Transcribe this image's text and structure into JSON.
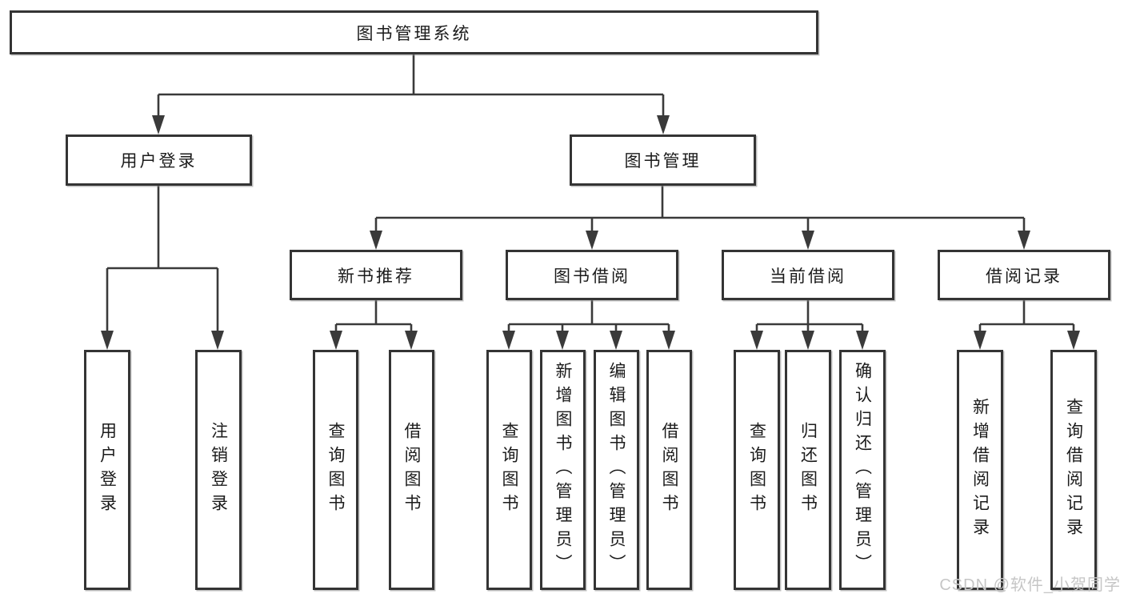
{
  "diagram_title": "图书管理系统",
  "tree": {
    "label": "图书管理系统",
    "children": [
      {
        "label": "用户登录",
        "children": [
          {
            "label": "用户登录"
          },
          {
            "label": "注销登录"
          }
        ]
      },
      {
        "label": "图书管理",
        "children": [
          {
            "label": "新书推荐",
            "children": [
              {
                "label": "查询图书"
              },
              {
                "label": "借阅图书"
              }
            ]
          },
          {
            "label": "图书借阅",
            "children": [
              {
                "label": "查询图书"
              },
              {
                "label": "新增图书（管理员）"
              },
              {
                "label": "编辑图书（管理员）"
              },
              {
                "label": "借阅图书"
              }
            ]
          },
          {
            "label": "当前借阅",
            "children": [
              {
                "label": "查询图书"
              },
              {
                "label": "归还图书"
              },
              {
                "label": "确认归还（管理员）"
              }
            ]
          },
          {
            "label": "借阅记录",
            "children": [
              {
                "label": "新增借阅记录"
              },
              {
                "label": "查询借阅记录"
              }
            ]
          }
        ]
      }
    ]
  },
  "watermark": {
    "text": "CSDN @软件_小贺同学"
  },
  "colors": {
    "line": "#3a3a3a",
    "box_border": "#343434",
    "box_fill": "#ffffff",
    "text": "#1b1b1b",
    "watermark": "#c6c6c6",
    "background": "#ffffff"
  }
}
